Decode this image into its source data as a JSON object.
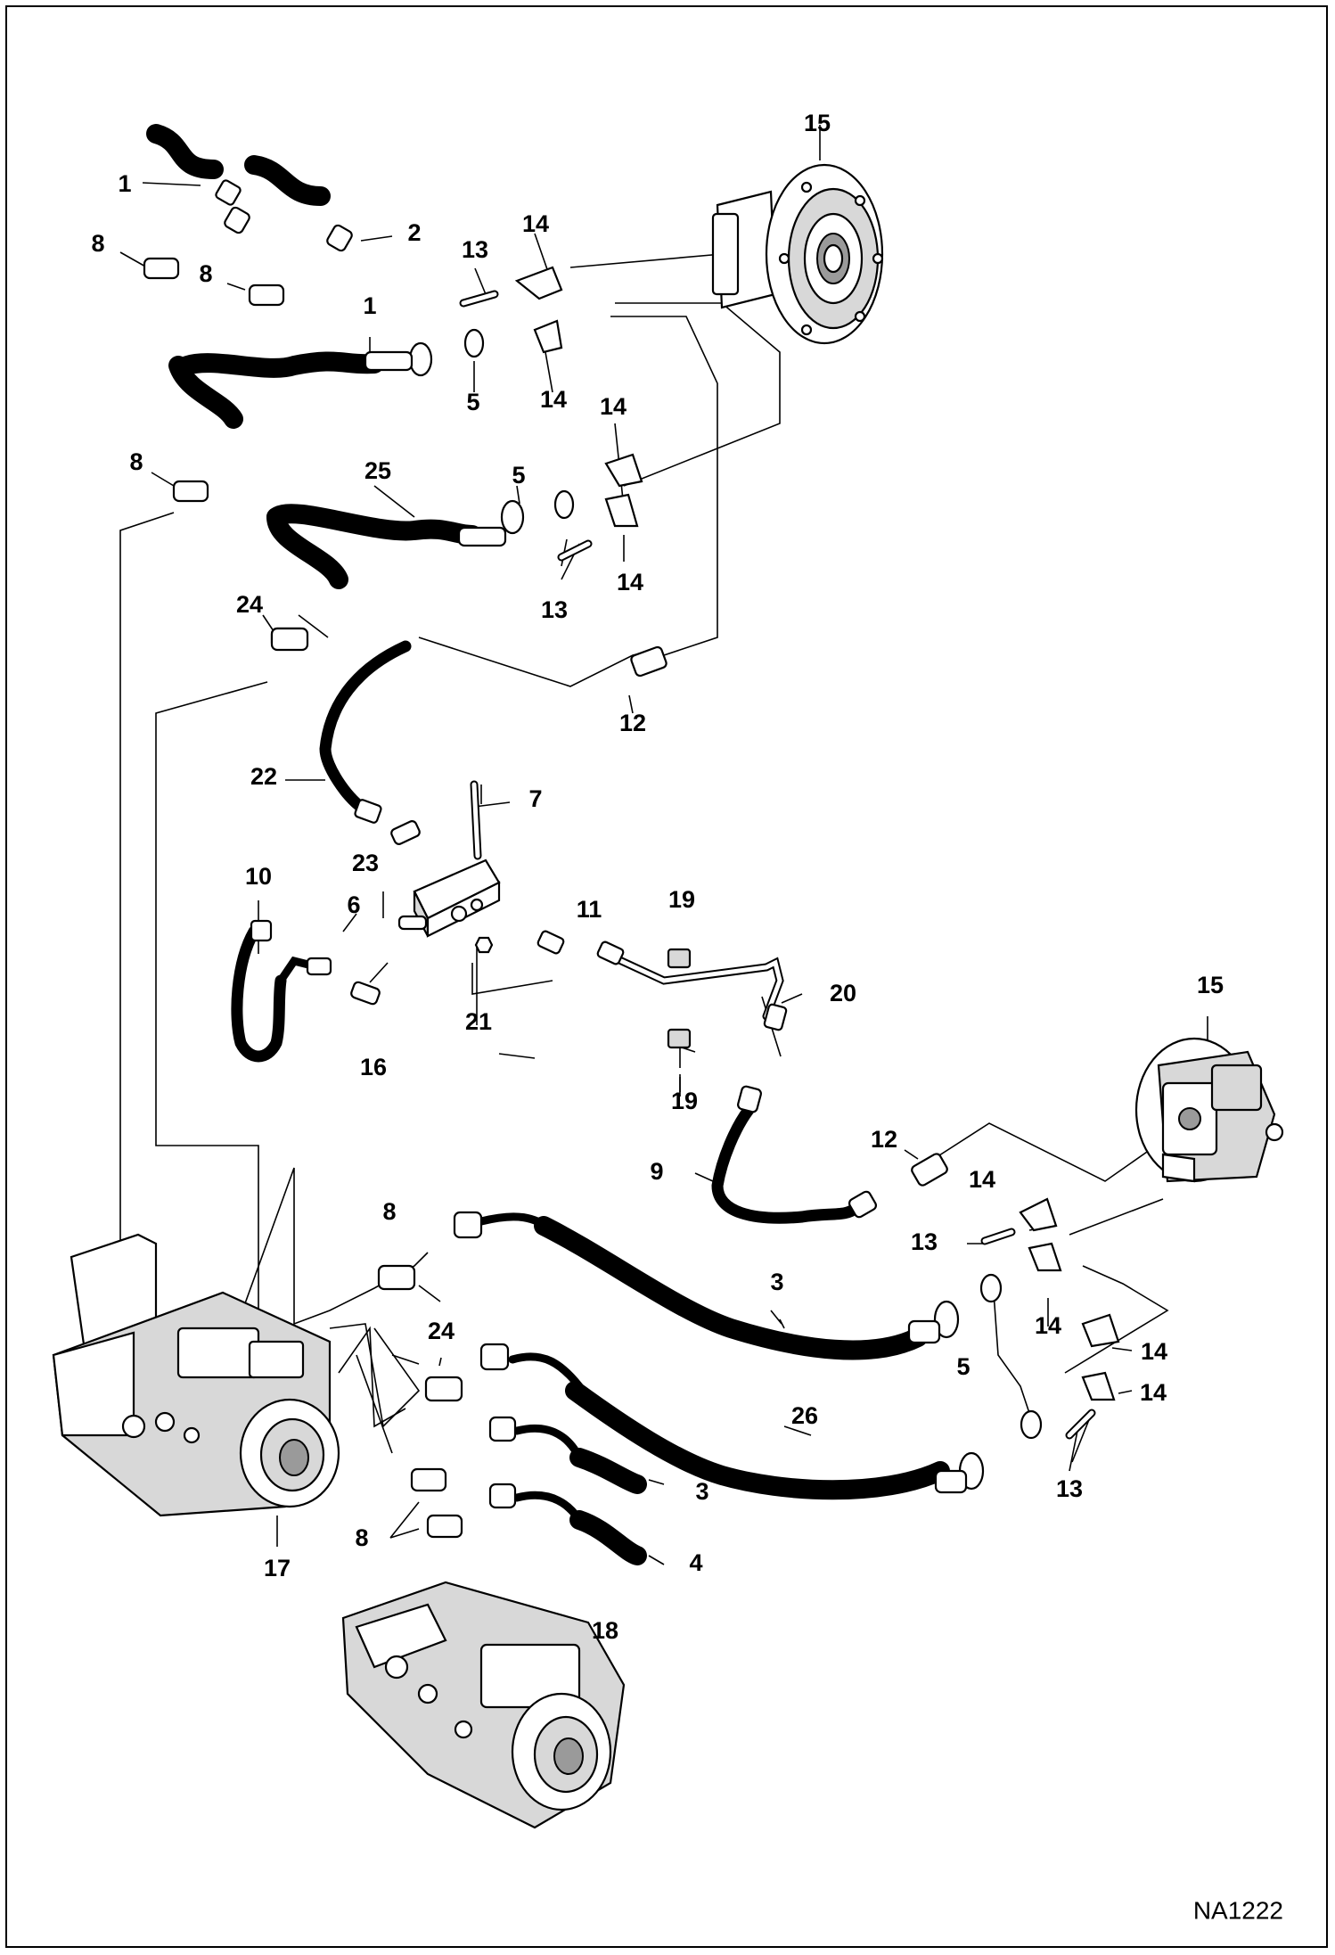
{
  "diagram": {
    "drawing_id": "NA1222",
    "callouts": [
      {
        "id": "c-1a",
        "label": "1"
      },
      {
        "id": "c-2",
        "label": "2"
      },
      {
        "id": "c-8a",
        "label": "8"
      },
      {
        "id": "c-8b",
        "label": "8"
      },
      {
        "id": "c-13a",
        "label": "13"
      },
      {
        "id": "c-14a",
        "label": "14"
      },
      {
        "id": "c-15a",
        "label": "15"
      },
      {
        "id": "c-1b",
        "label": "1"
      },
      {
        "id": "c-5a",
        "label": "5"
      },
      {
        "id": "c-14b",
        "label": "14"
      },
      {
        "id": "c-14c",
        "label": "14"
      },
      {
        "id": "c-8c",
        "label": "8"
      },
      {
        "id": "c-25",
        "label": "25"
      },
      {
        "id": "c-5b",
        "label": "5"
      },
      {
        "id": "c-14d",
        "label": "14"
      },
      {
        "id": "c-13b",
        "label": "13"
      },
      {
        "id": "c-24a",
        "label": "24"
      },
      {
        "id": "c-12a",
        "label": "12"
      },
      {
        "id": "c-22",
        "label": "22"
      },
      {
        "id": "c-7",
        "label": "7"
      },
      {
        "id": "c-23",
        "label": "23"
      },
      {
        "id": "c-10",
        "label": "10"
      },
      {
        "id": "c-6",
        "label": "6"
      },
      {
        "id": "c-11",
        "label": "11"
      },
      {
        "id": "c-19a",
        "label": "19"
      },
      {
        "id": "c-21",
        "label": "21"
      },
      {
        "id": "c-20",
        "label": "20"
      },
      {
        "id": "c-16",
        "label": "16"
      },
      {
        "id": "c-15b",
        "label": "15"
      },
      {
        "id": "c-19b",
        "label": "19"
      },
      {
        "id": "c-12b",
        "label": "12"
      },
      {
        "id": "c-9",
        "label": "9"
      },
      {
        "id": "c-14e",
        "label": "14"
      },
      {
        "id": "c-8d",
        "label": "8"
      },
      {
        "id": "c-13c",
        "label": "13"
      },
      {
        "id": "c-3a",
        "label": "3"
      },
      {
        "id": "c-14f",
        "label": "14"
      },
      {
        "id": "c-14g",
        "label": "14"
      },
      {
        "id": "c-24b",
        "label": "24"
      },
      {
        "id": "c-5c",
        "label": "5"
      },
      {
        "id": "c-14h",
        "label": "14"
      },
      {
        "id": "c-26",
        "label": "26"
      },
      {
        "id": "c-13d",
        "label": "13"
      },
      {
        "id": "c-3b",
        "label": "3"
      },
      {
        "id": "c-8e",
        "label": "8"
      },
      {
        "id": "c-4",
        "label": "4"
      },
      {
        "id": "c-17",
        "label": "17"
      },
      {
        "id": "c-18",
        "label": "18"
      }
    ]
  }
}
